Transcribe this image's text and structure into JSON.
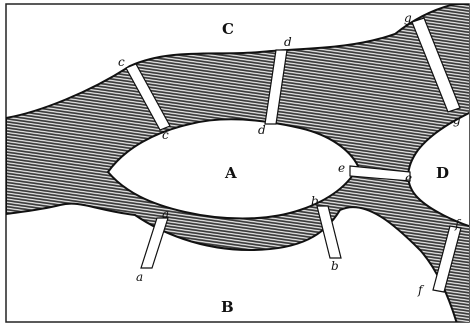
{
  "regions": {
    "A": "A",
    "B": "B",
    "C": "C",
    "D": "D"
  },
  "bridges": [
    {
      "id": "a",
      "end1": "a",
      "end2": "a"
    },
    {
      "id": "b",
      "end1": "b",
      "end2": "b"
    },
    {
      "id": "c",
      "end1": "c",
      "end2": "c"
    },
    {
      "id": "d",
      "end1": "d",
      "end2": "d"
    },
    {
      "id": "e",
      "end1": "e",
      "end2": "e"
    },
    {
      "id": "f",
      "end1": "f",
      "end2": "f"
    },
    {
      "id": "g",
      "end1": "g",
      "end2": "g"
    }
  ],
  "colors": {
    "water": "#3a3a3a",
    "water_lines": "#ffffff",
    "bridge": "#ffffff",
    "land": "#ffffff",
    "frame": "#222222"
  }
}
